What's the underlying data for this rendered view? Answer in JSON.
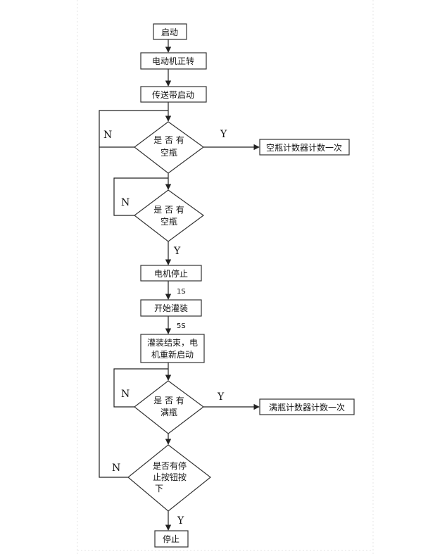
{
  "nodes": {
    "start": "启动",
    "motor_forward": "电动机正转",
    "conveyor_start": "传送带启动",
    "check_empty_1": [
      "是 否 有",
      "空瓶"
    ],
    "empty_counter": "空瓶计数器计数一次",
    "check_empty_2": [
      "是 否 有",
      "空瓶"
    ],
    "motor_stop": "电机停止",
    "start_filling": "开始灌装",
    "filling_done": [
      "灌装结束，电",
      "机重新启动"
    ],
    "check_full": [
      "是 否 有",
      "满瓶"
    ],
    "full_counter": "满瓶计数器计数一次",
    "check_stop_button": [
      "是否有停",
      "止按钮按",
      "下"
    ],
    "stop": "停止"
  },
  "labels": {
    "yes": "Y",
    "no": "N",
    "delay_1": "1S",
    "delay_2": "5S"
  }
}
